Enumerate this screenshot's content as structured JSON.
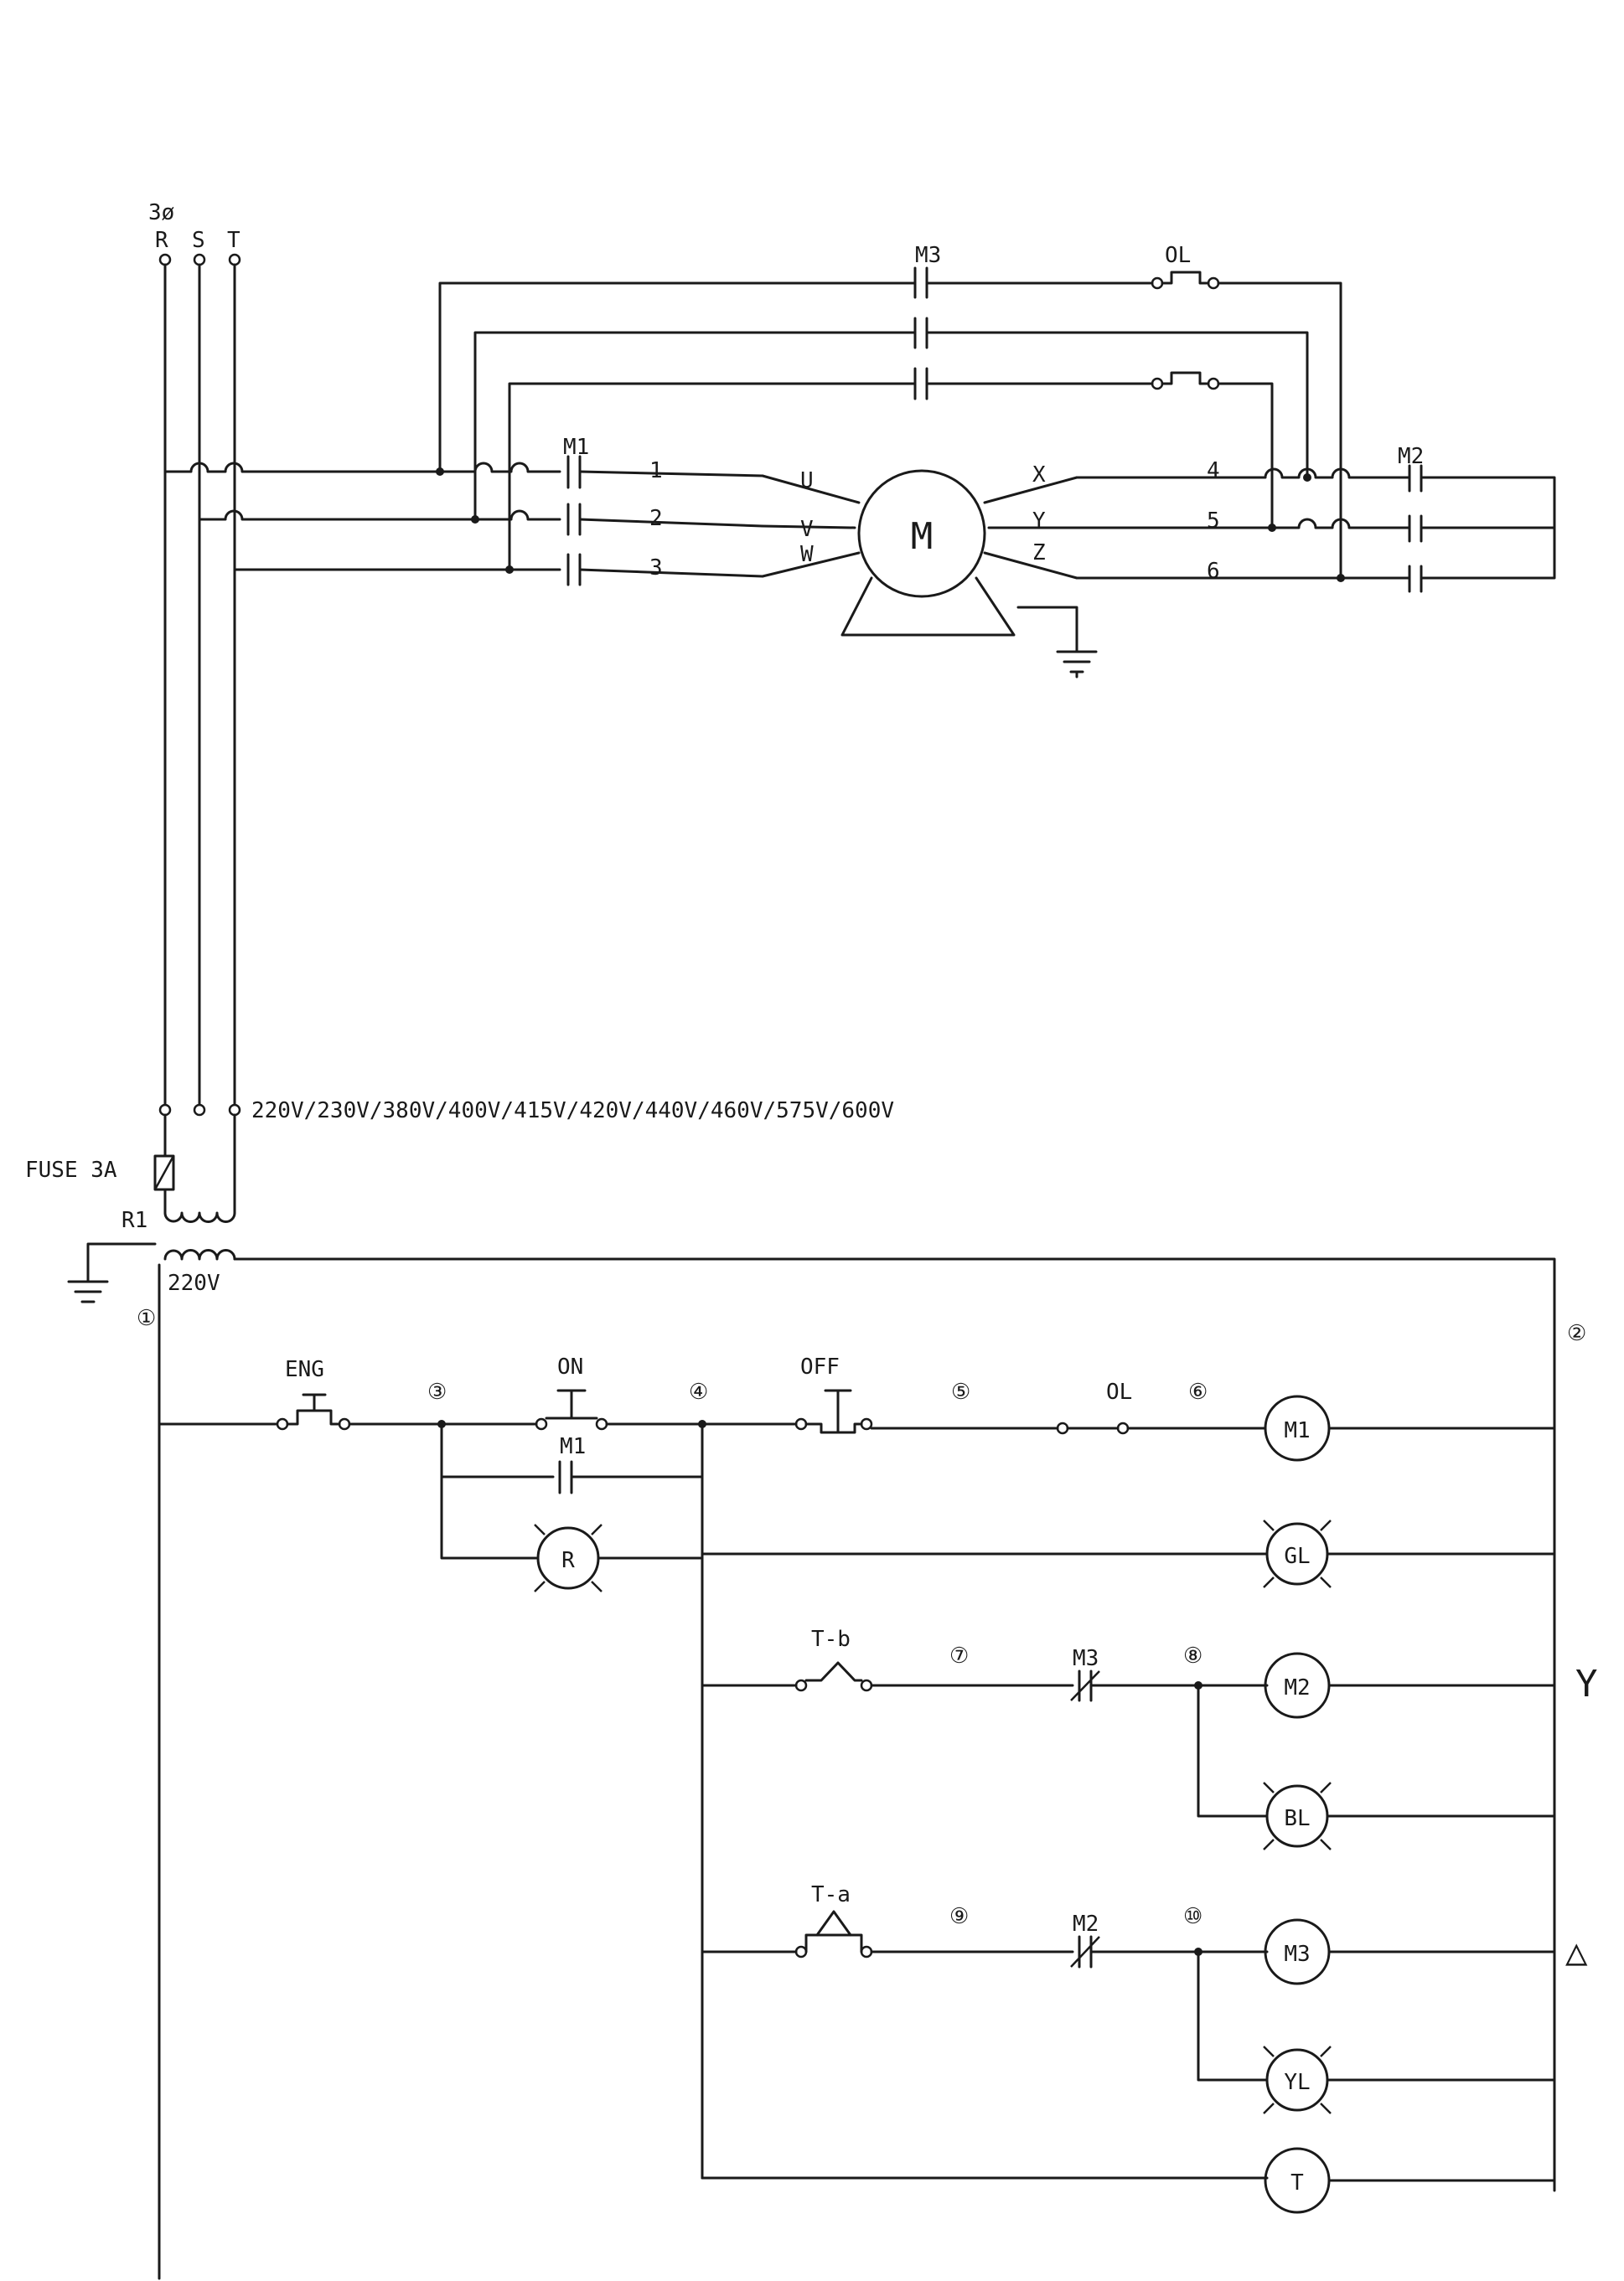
{
  "supply": {
    "phase": "3ø",
    "R": "R",
    "S": "S",
    "T": "T"
  },
  "voltages": "220V/230V/380V/400V/415V/420V/440V/460V/575V/600V",
  "fuse": "FUSE 3A",
  "transformer": {
    "name": "R1",
    "secondary": "220V"
  },
  "motor": "M",
  "contactors": {
    "m1": "M1",
    "m2": "M2",
    "m3": "M3"
  },
  "overload": "OL",
  "terminals": {
    "line": [
      "1",
      "2",
      "3"
    ],
    "motor_in": [
      "U",
      "V",
      "W"
    ],
    "motor_out": [
      "X",
      "Y",
      "Z"
    ],
    "ends": [
      "4",
      "5",
      "6"
    ]
  },
  "control": {
    "eng": "ENG",
    "on": "ON",
    "off": "OFF",
    "ol": "OL",
    "tb": "T-b",
    "ta": "T-a",
    "m1_aux": "M1",
    "m3_nc": "M3",
    "m2_nc": "M2",
    "nodes": [
      "①",
      "②",
      "③",
      "④",
      "⑤",
      "⑥",
      "⑦",
      "⑧",
      "⑨",
      "⑩"
    ]
  },
  "loads": {
    "M1": "M1",
    "GL": "GL",
    "R": "R",
    "M2": "M2",
    "BL": "BL",
    "M3": "M3",
    "YL": "YL",
    "T": "T"
  },
  "modes": {
    "star": "Y",
    "delta": "△"
  }
}
